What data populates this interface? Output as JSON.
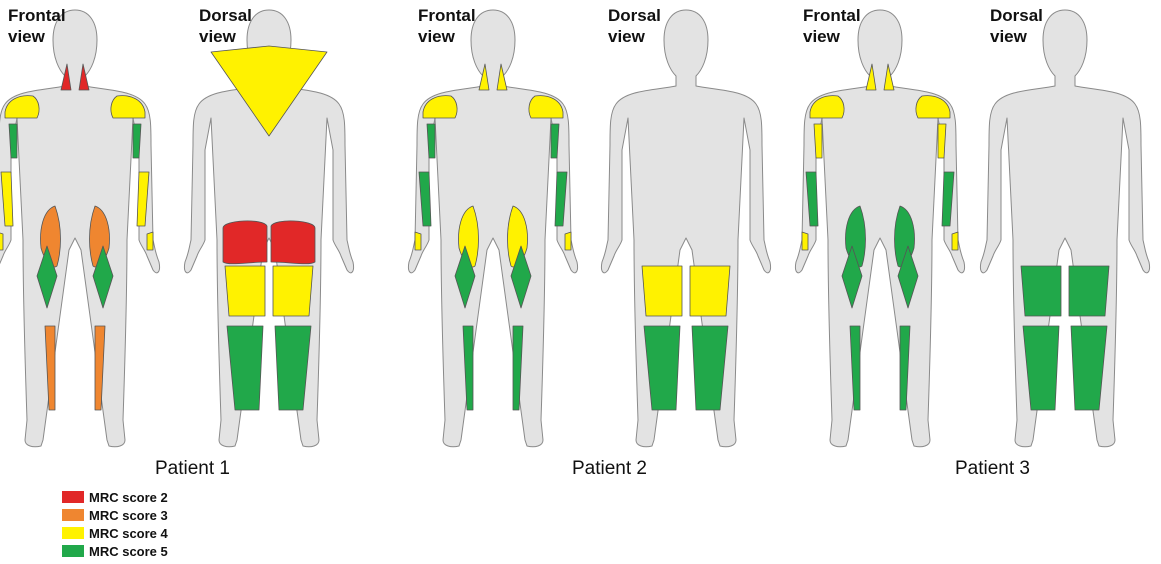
{
  "colors": {
    "silhouette": "#e3e3e3",
    "outline": "#8a8a8a",
    "muscle_outline": "#555555",
    "mrc_2": "#e12828",
    "mrc_3": "#ef8630",
    "mrc_4": "#fff200",
    "mrc_5": "#21a84a"
  },
  "views": {
    "frontal": "Frontal\nview",
    "dorsal": "Dorsal\nview"
  },
  "patients": [
    {
      "label": "Patient 1",
      "frontal": {
        "neck": 2,
        "shoulders": 4,
        "upper_arms": 5,
        "forearms": 4,
        "hands": 4,
        "upper_thigh": 3,
        "thigh": 5,
        "shins": 3
      },
      "dorsal": {
        "upper_back": 4,
        "buttocks": 2,
        "hamstrings": 4,
        "calves": 5
      }
    },
    {
      "label": "Patient 2",
      "frontal": {
        "neck": 4,
        "shoulders": 4,
        "upper_arms": 5,
        "forearms": 5,
        "hands": 4,
        "upper_thigh": 4,
        "thigh": 5,
        "shins": 5
      },
      "dorsal": {
        "hamstrings": 4,
        "calves": 5
      }
    },
    {
      "label": "Patient 3",
      "frontal": {
        "neck": 4,
        "shoulders": 4,
        "upper_arms": 4,
        "forearms": 5,
        "hands": 4,
        "upper_thigh": 5,
        "thigh": 5,
        "shins": 5
      },
      "dorsal": {
        "hamstrings": 5,
        "calves": 5
      }
    }
  ],
  "legend": [
    {
      "label": "MRC score 2",
      "color": "#e12828"
    },
    {
      "label": "MRC score 3",
      "color": "#ef8630"
    },
    {
      "label": "MRC score 4",
      "color": "#fff200"
    },
    {
      "label": "MRC score 5",
      "color": "#21a84a"
    }
  ]
}
